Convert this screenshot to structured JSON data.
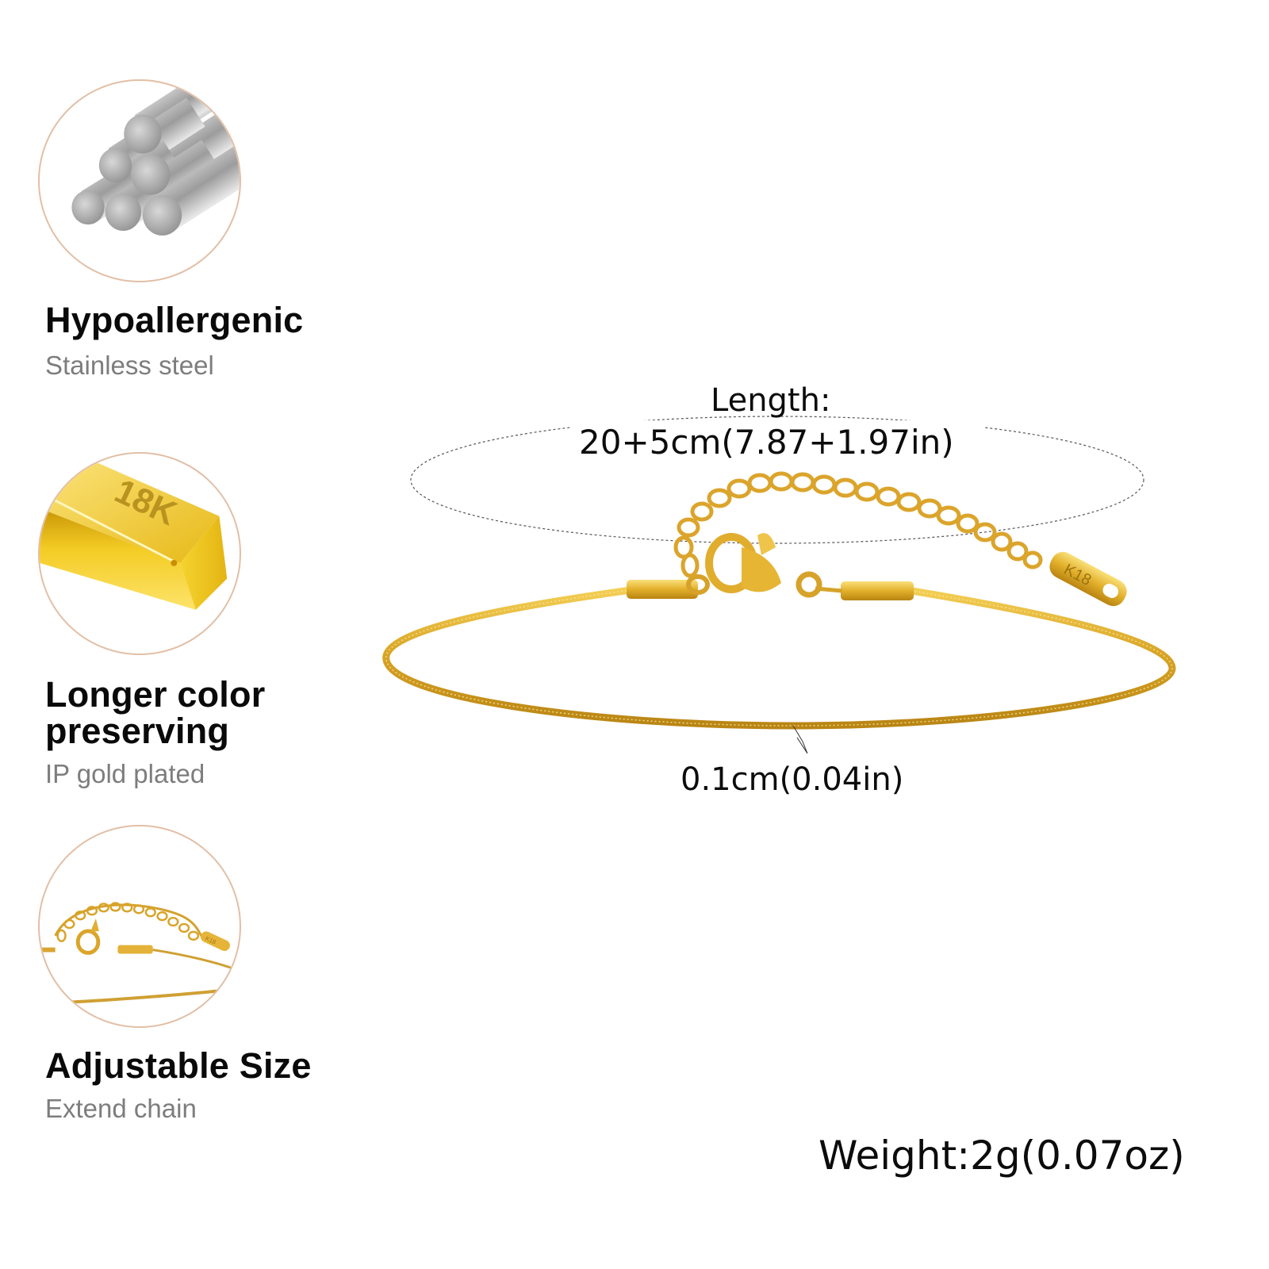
{
  "features": [
    {
      "title": "Hypoallergenic",
      "subtitle": "Stainless steel",
      "image": "steel-rods-icon"
    },
    {
      "title_line1": "Longer color",
      "title_line2": "preserving",
      "subtitle": "IP gold plated",
      "image": "gold-bar-icon",
      "bar_engraving": "18K"
    },
    {
      "title": "Adjustable Size",
      "subtitle": "Extend chain",
      "image": "extender-chain-icon"
    }
  ],
  "product": {
    "length_label": "Length:",
    "length_value": "20+5cm(7.87+1.97in)",
    "width_value": "0.1cm(0.04in)",
    "weight": "Weight:2g(0.07oz)",
    "tag_engraving": "K18"
  },
  "colors": {
    "accent_border": "#e2bfa6",
    "gold": "#d9a52a",
    "title_text": "#0a0a0a",
    "subtitle_text": "#7d7d7d"
  }
}
